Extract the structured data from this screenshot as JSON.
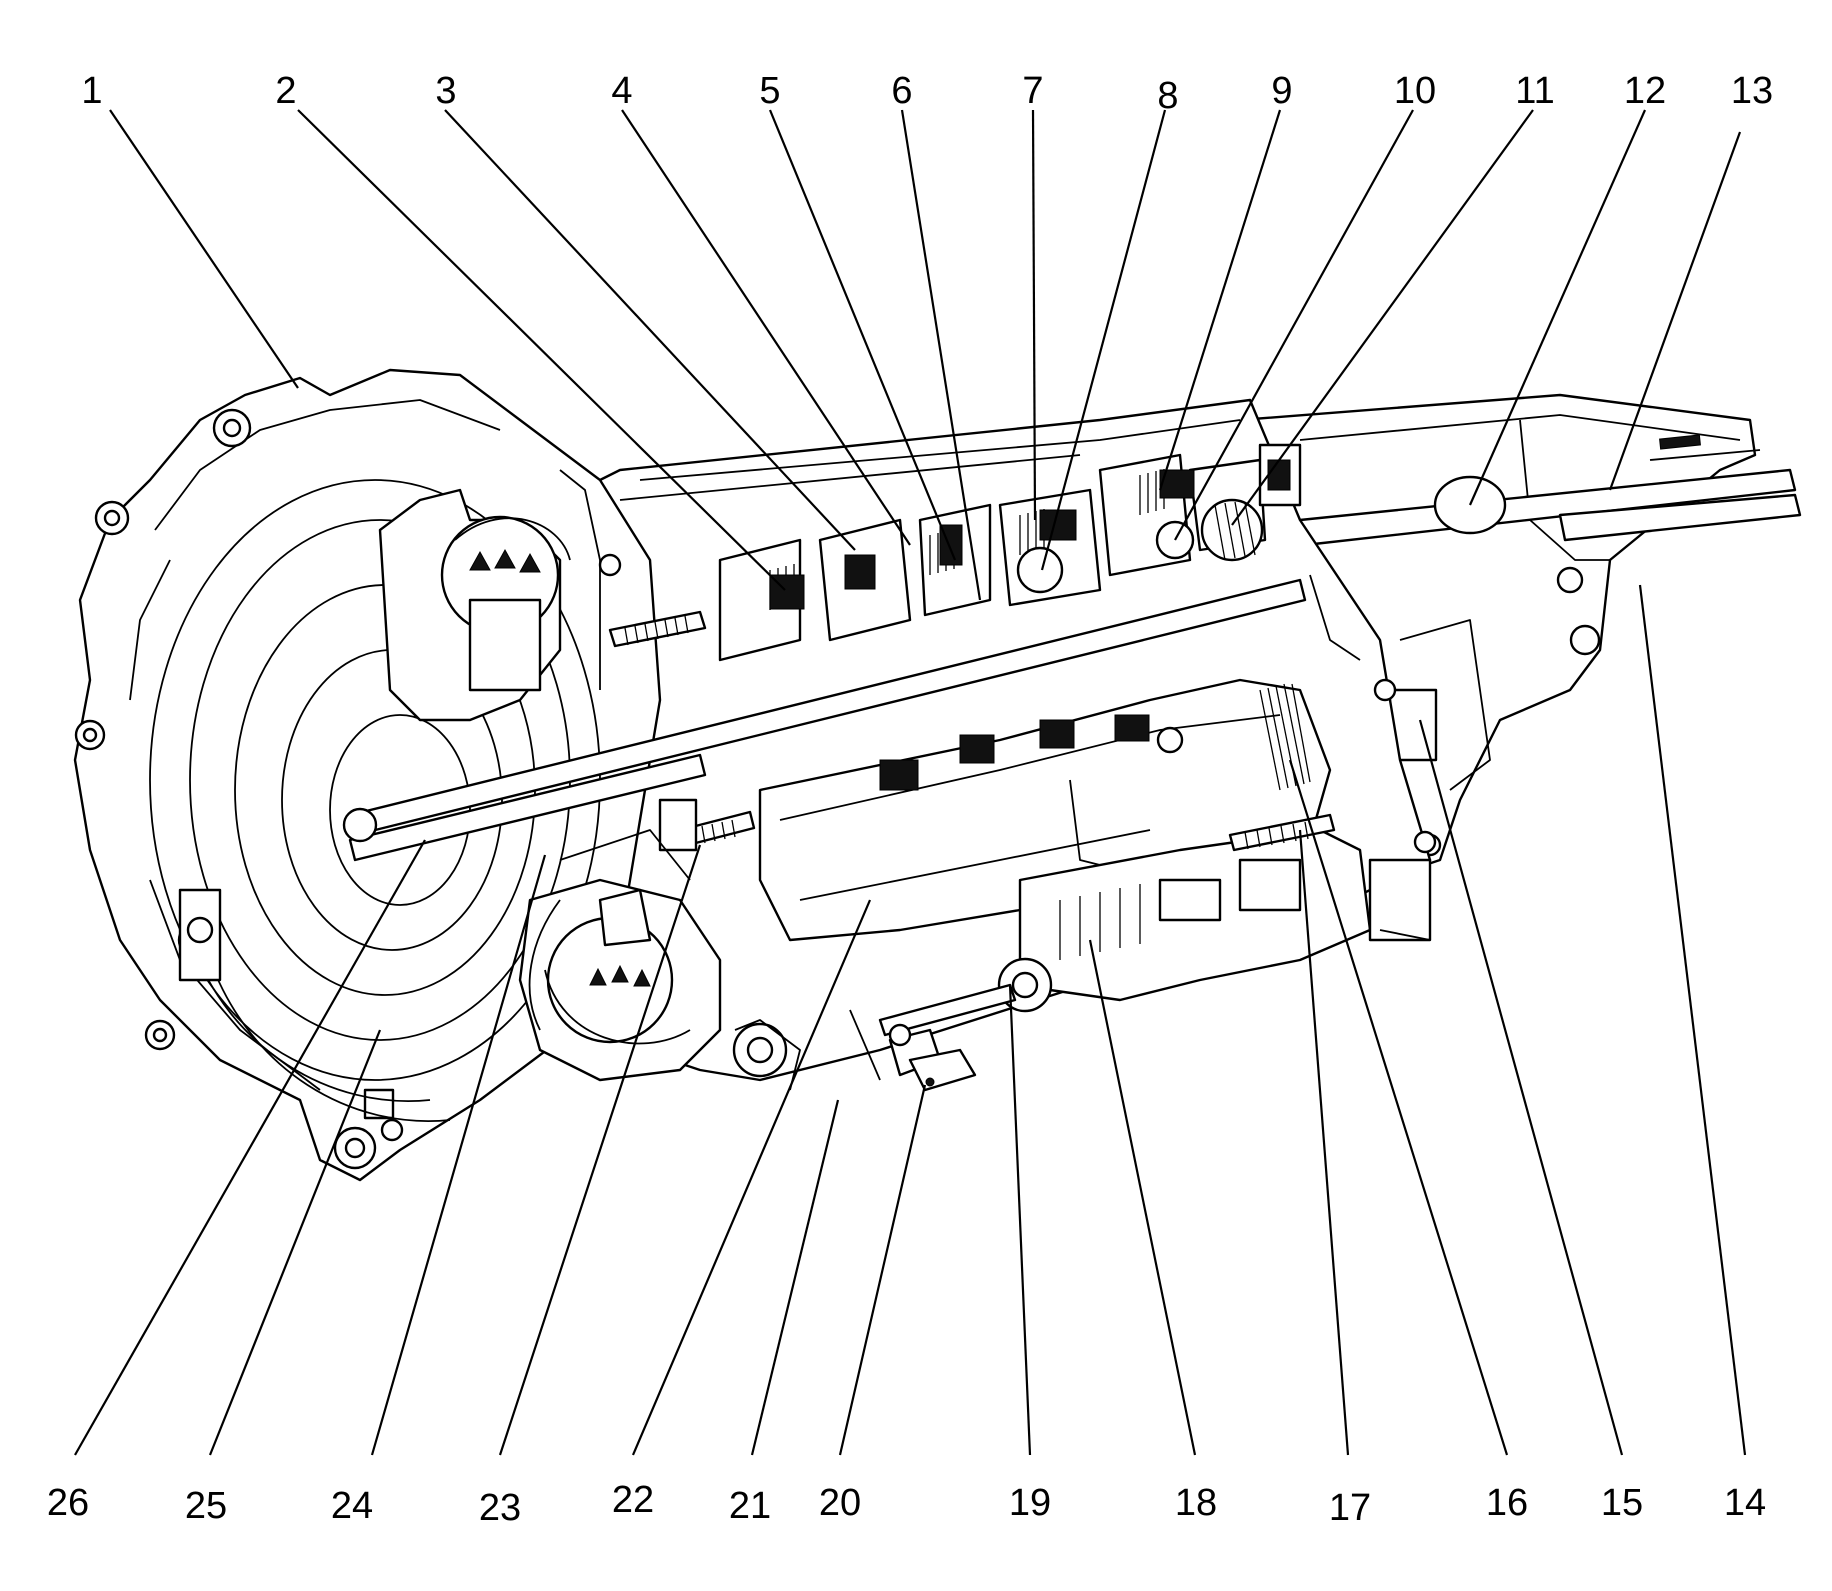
{
  "diagram": {
    "callouts": [
      {
        "id": 1,
        "label": "1"
      },
      {
        "id": 2,
        "label": "2"
      },
      {
        "id": 3,
        "label": "3"
      },
      {
        "id": 4,
        "label": "4"
      },
      {
        "id": 5,
        "label": "5"
      },
      {
        "id": 6,
        "label": "6"
      },
      {
        "id": 7,
        "label": "7"
      },
      {
        "id": 8,
        "label": "8"
      },
      {
        "id": 9,
        "label": "9"
      },
      {
        "id": 10,
        "label": "10"
      },
      {
        "id": 11,
        "label": "11"
      },
      {
        "id": 12,
        "label": "12"
      },
      {
        "id": 13,
        "label": "13"
      },
      {
        "id": 14,
        "label": "14"
      },
      {
        "id": 15,
        "label": "15"
      },
      {
        "id": 16,
        "label": "16"
      },
      {
        "id": 17,
        "label": "17"
      },
      {
        "id": 18,
        "label": "18"
      },
      {
        "id": 19,
        "label": "19"
      },
      {
        "id": 20,
        "label": "20"
      },
      {
        "id": 21,
        "label": "21"
      },
      {
        "id": 22,
        "label": "22"
      },
      {
        "id": 23,
        "label": "23"
      },
      {
        "id": 24,
        "label": "24"
      },
      {
        "id": 25,
        "label": "25"
      },
      {
        "id": 26,
        "label": "26"
      }
    ],
    "colors": {
      "line": "#000000",
      "background": "#ffffff"
    }
  }
}
